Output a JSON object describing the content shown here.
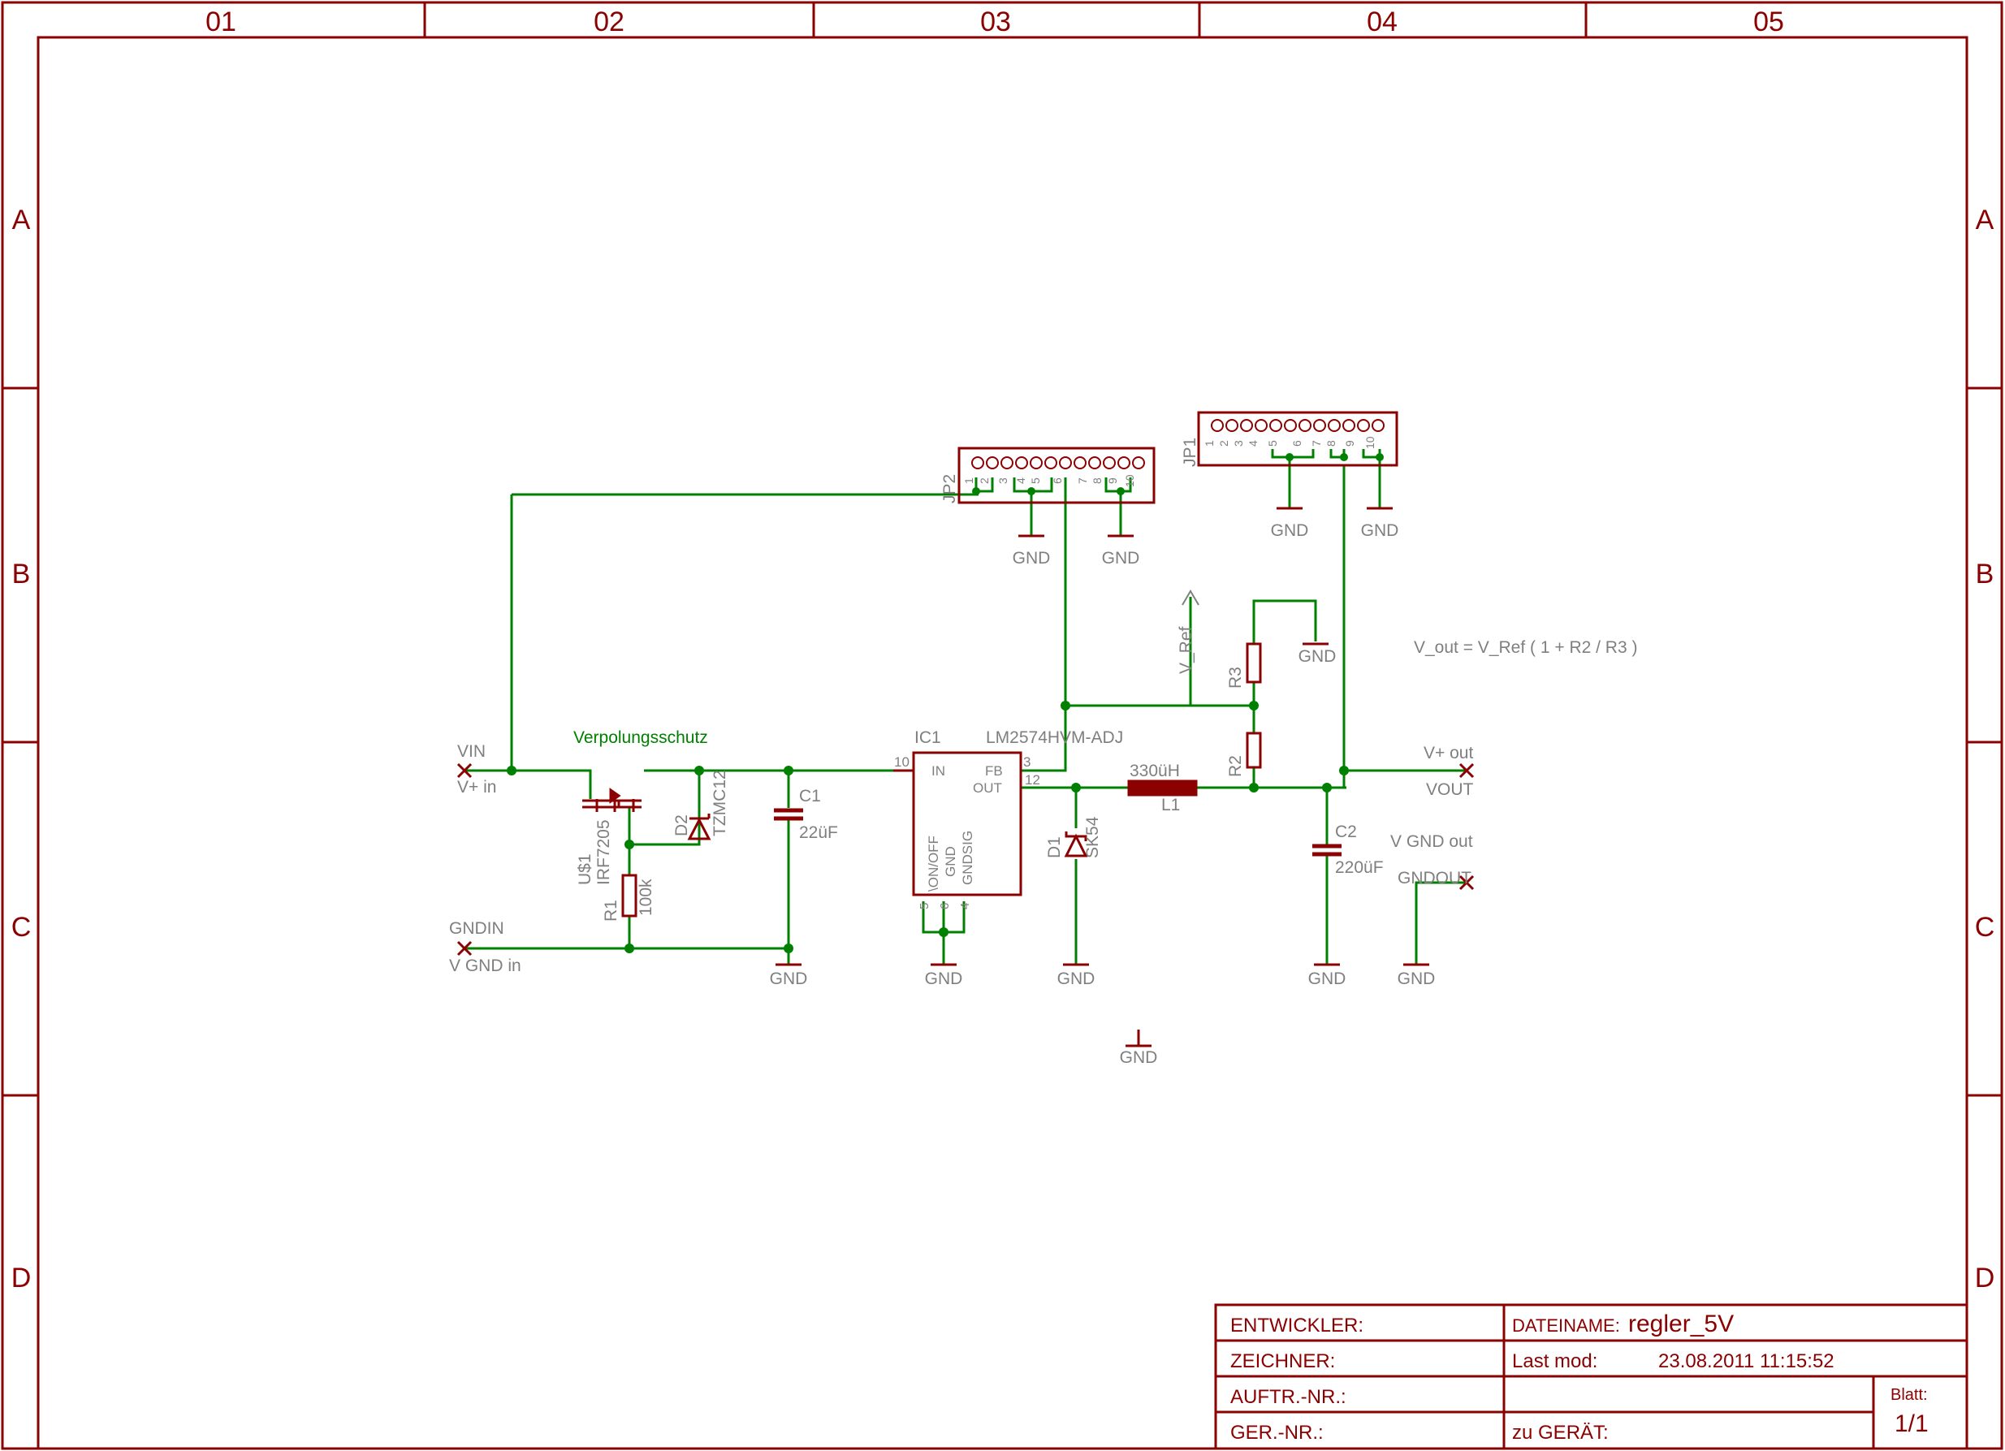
{
  "frame": {
    "columns": [
      "01",
      "02",
      "03",
      "04",
      "05"
    ],
    "rows": [
      "A",
      "B",
      "C",
      "D"
    ]
  },
  "title_block": {
    "entwickler": "ENTWICKLER:",
    "zeichner": "ZEICHNER:",
    "auftr_nr": "AUFTR.-NR.:",
    "ger_nr": "GER.-NR.:",
    "dateiname_label": "DATEINAME:",
    "dateiname_value": "regler_5V",
    "lastmod_label": "Last mod:",
    "lastmod_value": "23.08.2011 11:15:52",
    "zu_geraet": "zu GERÄT:",
    "blatt_label": "Blatt:",
    "blatt_value": "1/1"
  },
  "labels": {
    "vin": "VIN",
    "vin_sub": "V+ in",
    "gndin": "GNDIN",
    "gndin_sub": "V GND in",
    "verpolung": "Verpolungsschutz",
    "us1": "U$1",
    "irf": "IRF7205",
    "r1": "R1",
    "r1_val": "100k",
    "d2": "D2",
    "d2_val": "TZMC12",
    "c1": "C1",
    "c1_val": "22üF",
    "ic1": "IC1",
    "ic1_part": "LM2574HVM-ADJ",
    "pin_in": "IN",
    "pin_fb": "FB",
    "pin_out": "OUT",
    "pin_onoff": "\\ON/OFF",
    "pin_gnd": "GND",
    "pin_gndsig": "GNDSIG",
    "pin10": "10",
    "pin3": "3",
    "pin12": "12",
    "pin5": "5",
    "pin6": "6",
    "pin4": "4",
    "l1": "L1",
    "l1_val": "330üH",
    "d1": "D1",
    "d1_val": "SK54",
    "r2": "R2",
    "r3": "R3",
    "c2": "C2",
    "c2_val": "220üF",
    "vref": "V_Ref",
    "formula": "V_out = V_Ref ( 1 + R2 / R3 )",
    "vout_top": "V+ out",
    "vout": "VOUT",
    "gndout_top": "V GND out",
    "gndout": "GNDOUT",
    "jp1": "JP1",
    "jp2": "JP2",
    "jp_pins": [
      "1",
      "2",
      "3",
      "4",
      "5",
      "6",
      "7",
      "8",
      "9",
      "10"
    ],
    "gnd": "GND"
  },
  "colors": {
    "frame": "#8b0000",
    "wire": "#008000",
    "text": "#7f7f7f",
    "accent_text": "#008000",
    "background": "#ffffff"
  }
}
